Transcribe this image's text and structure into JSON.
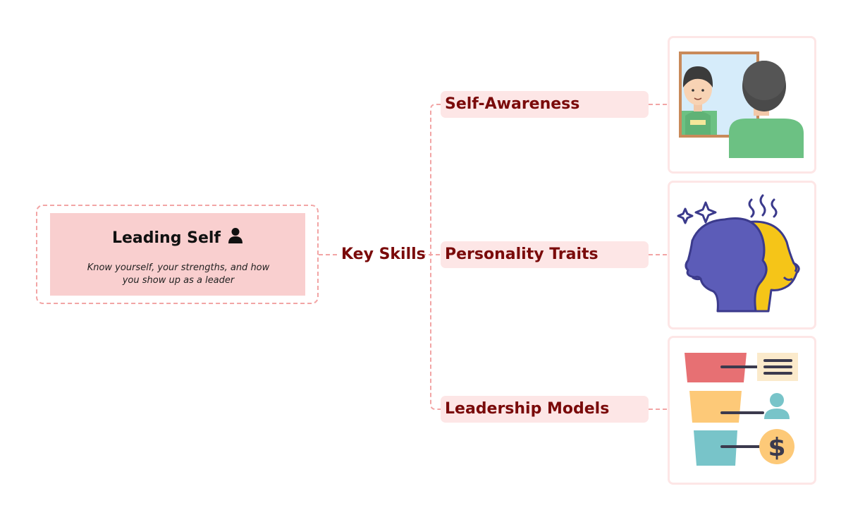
{
  "root": {
    "title": "Leading Self",
    "subtitle": "Know yourself, your strengths, and how you show up as a leader",
    "icon": "person-icon"
  },
  "hub": {
    "label": "Key Skills"
  },
  "branches": [
    {
      "label": "Self-Awareness",
      "icon": "mirror-reflection-icon"
    },
    {
      "label": "Personality Traits",
      "icon": "two-heads-icon"
    },
    {
      "label": "Leadership Models",
      "icon": "funnel-process-icon"
    }
  ],
  "colors": {
    "accent": "#7a0a0a",
    "connector": "#f2a5a5",
    "root_fill": "#f9cfcf",
    "branch_fill": "#fde6e6"
  }
}
